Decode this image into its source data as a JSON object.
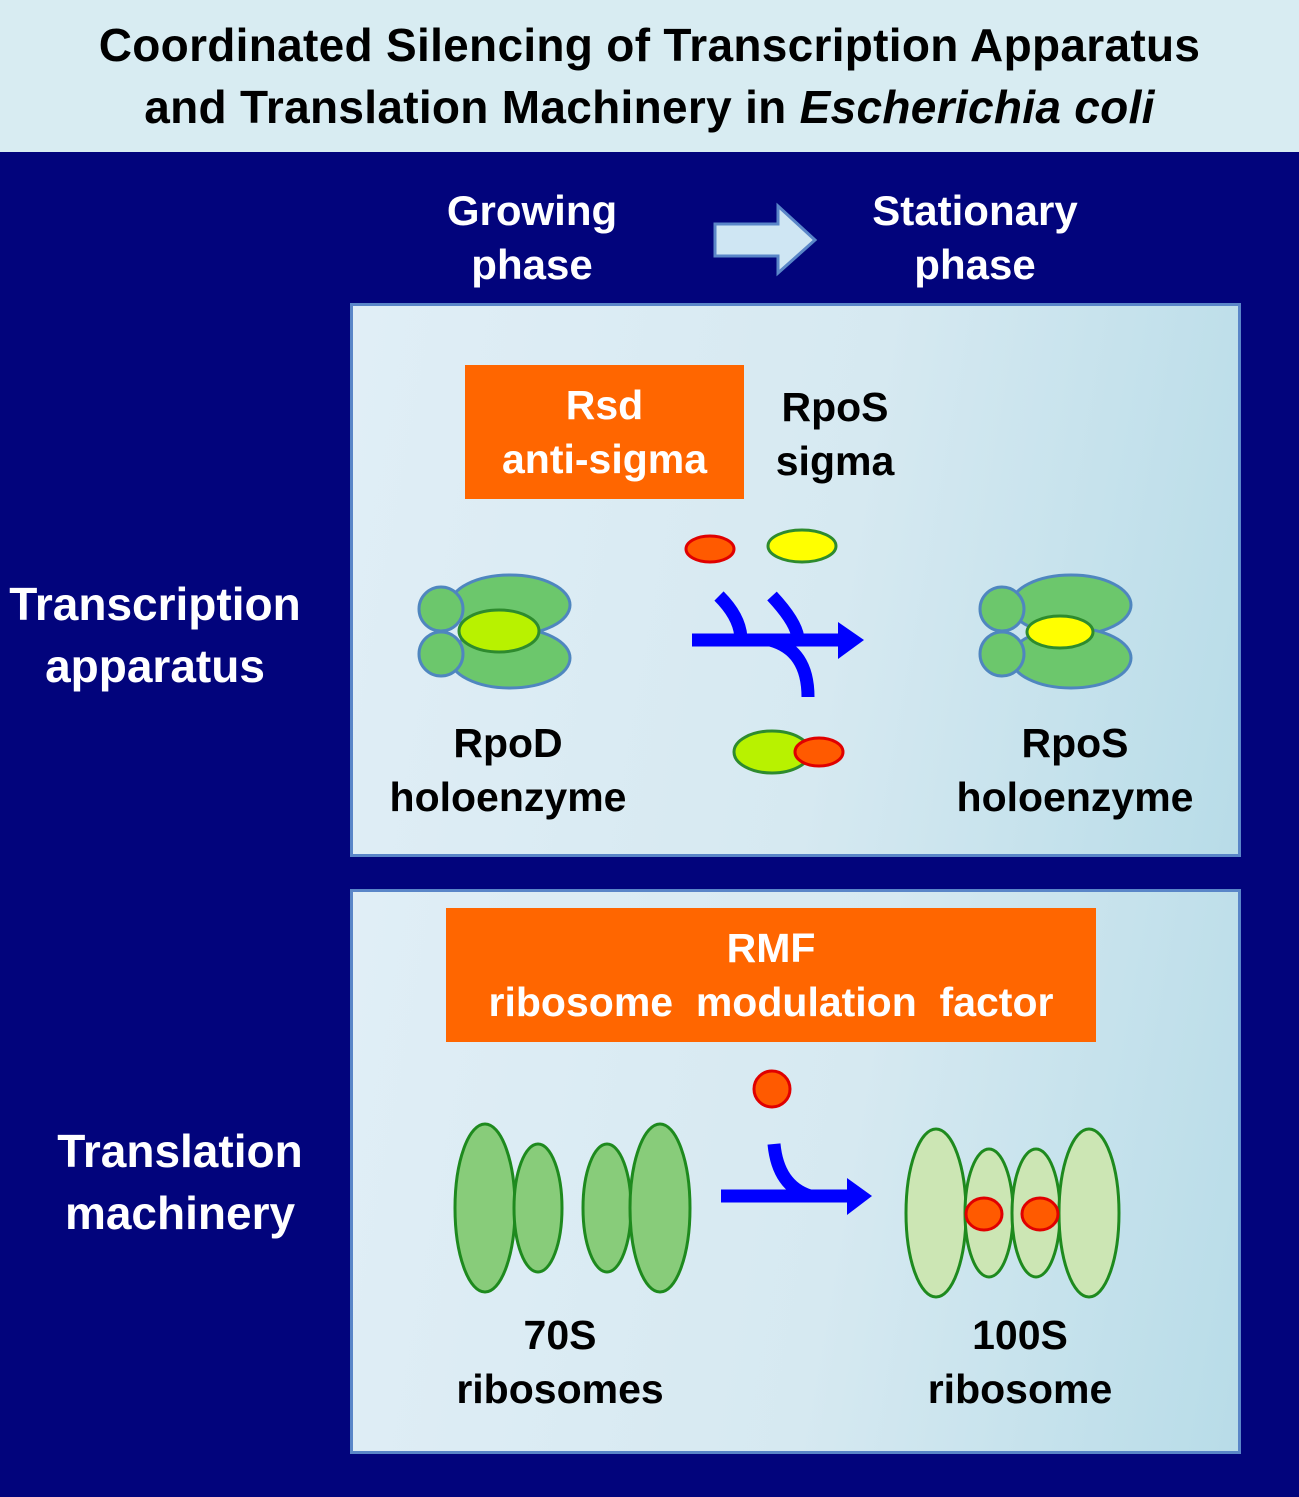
{
  "title": {
    "line1": "Coordinated Silencing of Transcription Apparatus",
    "line2_prefix": "and Translation Machinery in ",
    "line2_italic": "Escherichia coli"
  },
  "phases": {
    "growing_line1": "Growing",
    "growing_line2": "phase",
    "stationary_line1": "Stationary",
    "stationary_line2": "phase"
  },
  "transcription": {
    "side_line1": "Transcription",
    "side_line2": "apparatus",
    "rsd_line1": "Rsd",
    "rsd_line2": "anti-sigma",
    "rpos_line1": "RpoS",
    "rpos_line2": "sigma",
    "left_line1": "RpoD",
    "left_line2": "holoenzyme",
    "right_line1": "RpoS",
    "right_line2": "holoenzyme"
  },
  "translation": {
    "side_line1": "Translation",
    "side_line2": "machinery",
    "rmf_line1": "RMF",
    "rmf_line2": "ribosome  modulation  factor",
    "left_line1": "70S",
    "left_line2": "ribosomes",
    "right_line1": "100S",
    "right_line2": "ribosome"
  },
  "colors": {
    "background": "#02047c",
    "header": "#d8ecf2",
    "orange_box": "#ff6600",
    "arrow_blue": "#0000ff",
    "polymerase_green": "#6cc76c",
    "rpod_sigma": "#b8f200",
    "rpos_sigma": "#ffff00",
    "anti_sigma_red": "#ff5a00",
    "ribosome_green": "#88cc7a",
    "ribosome_light": "#cce6b4"
  }
}
